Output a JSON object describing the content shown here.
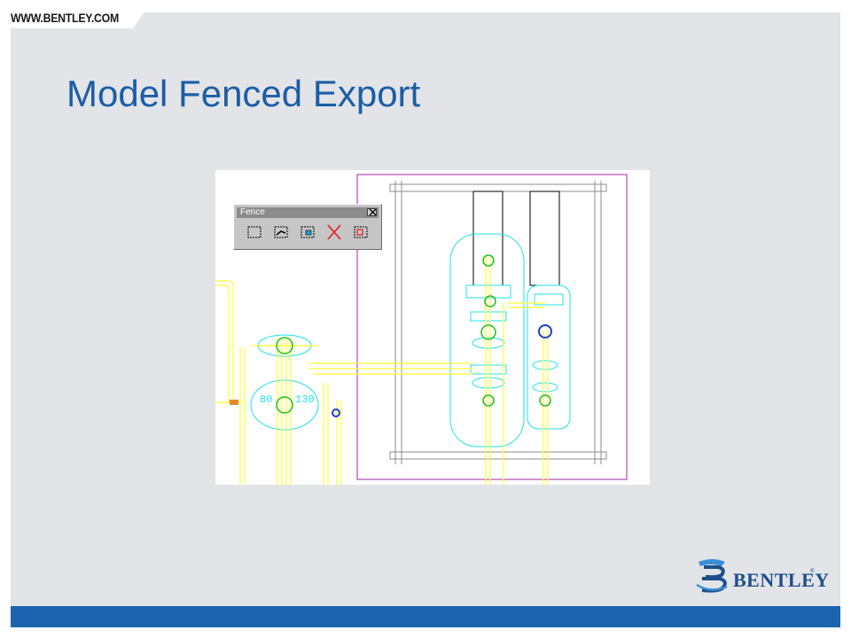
{
  "header": {
    "site_url": "WWW.BENTLEY.COM"
  },
  "slide": {
    "title": "Model Fenced Export"
  },
  "cad_view": {
    "labels": [
      {
        "text": "80"
      },
      {
        "text": "130"
      }
    ]
  },
  "fence_toolbar": {
    "title": "Fence",
    "tools": [
      {
        "icon": "place-fence-icon"
      },
      {
        "icon": "modify-fence-icon"
      },
      {
        "icon": "manipulate-fence-contents-icon"
      },
      {
        "icon": "delete-fence-contents-icon"
      },
      {
        "icon": "copy-fence-icon"
      }
    ]
  },
  "brand": {
    "logo_text": "BENTLEY",
    "registered": "®"
  },
  "colors": {
    "title": "#1c5ea6",
    "footer": "#1c63ad",
    "background": "#e2e4e7",
    "pipe_yellow": "#ffff33",
    "pipe_cyan": "#22e0e8",
    "fence_magenta": "#b648b6"
  }
}
